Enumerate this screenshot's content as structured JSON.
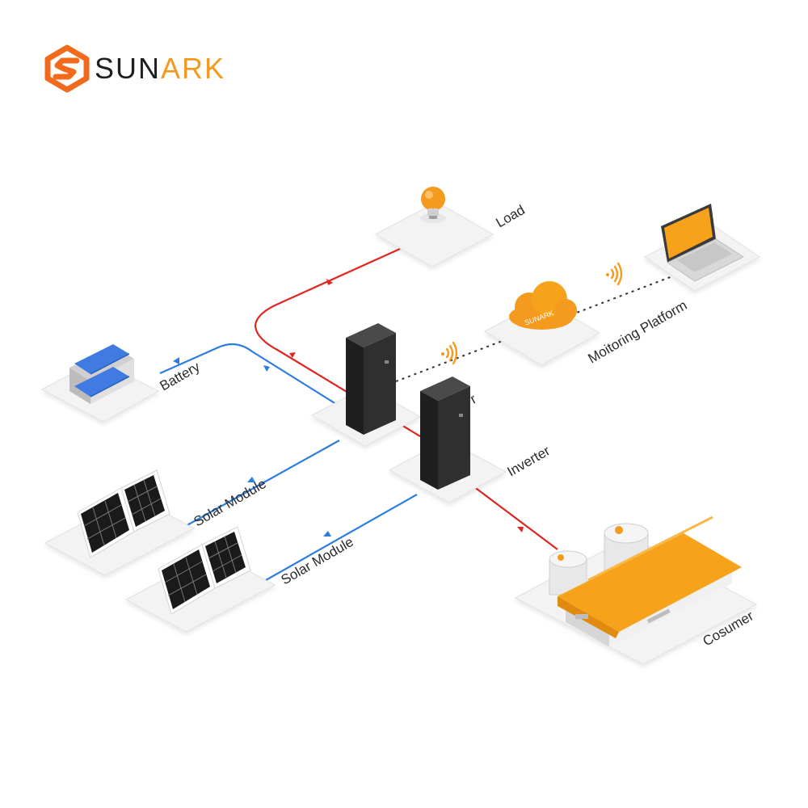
{
  "brand": {
    "name_part1": "SUN",
    "name_part2": "ARK",
    "logo_color": "#f26b1d",
    "accent_color": "#f39a1f"
  },
  "labels": {
    "load": "Load",
    "monitoring": "Moitoring Platform",
    "battery": "Battery",
    "controller_partial": "r",
    "inverter": "Inverter",
    "solar_module_1": "Solar Module",
    "solar_module_2": "Solar Module",
    "consumer": "Cosumer"
  },
  "cloud_text": "SUNARK",
  "colors": {
    "ac_line": "#e0261f",
    "dc_line": "#2b7de0",
    "data_line": "#333333",
    "platform": "#f3f3f3",
    "cabinet": "#2b2b2b",
    "roof": "#f7a21b",
    "wifi": "#f39a1f"
  }
}
